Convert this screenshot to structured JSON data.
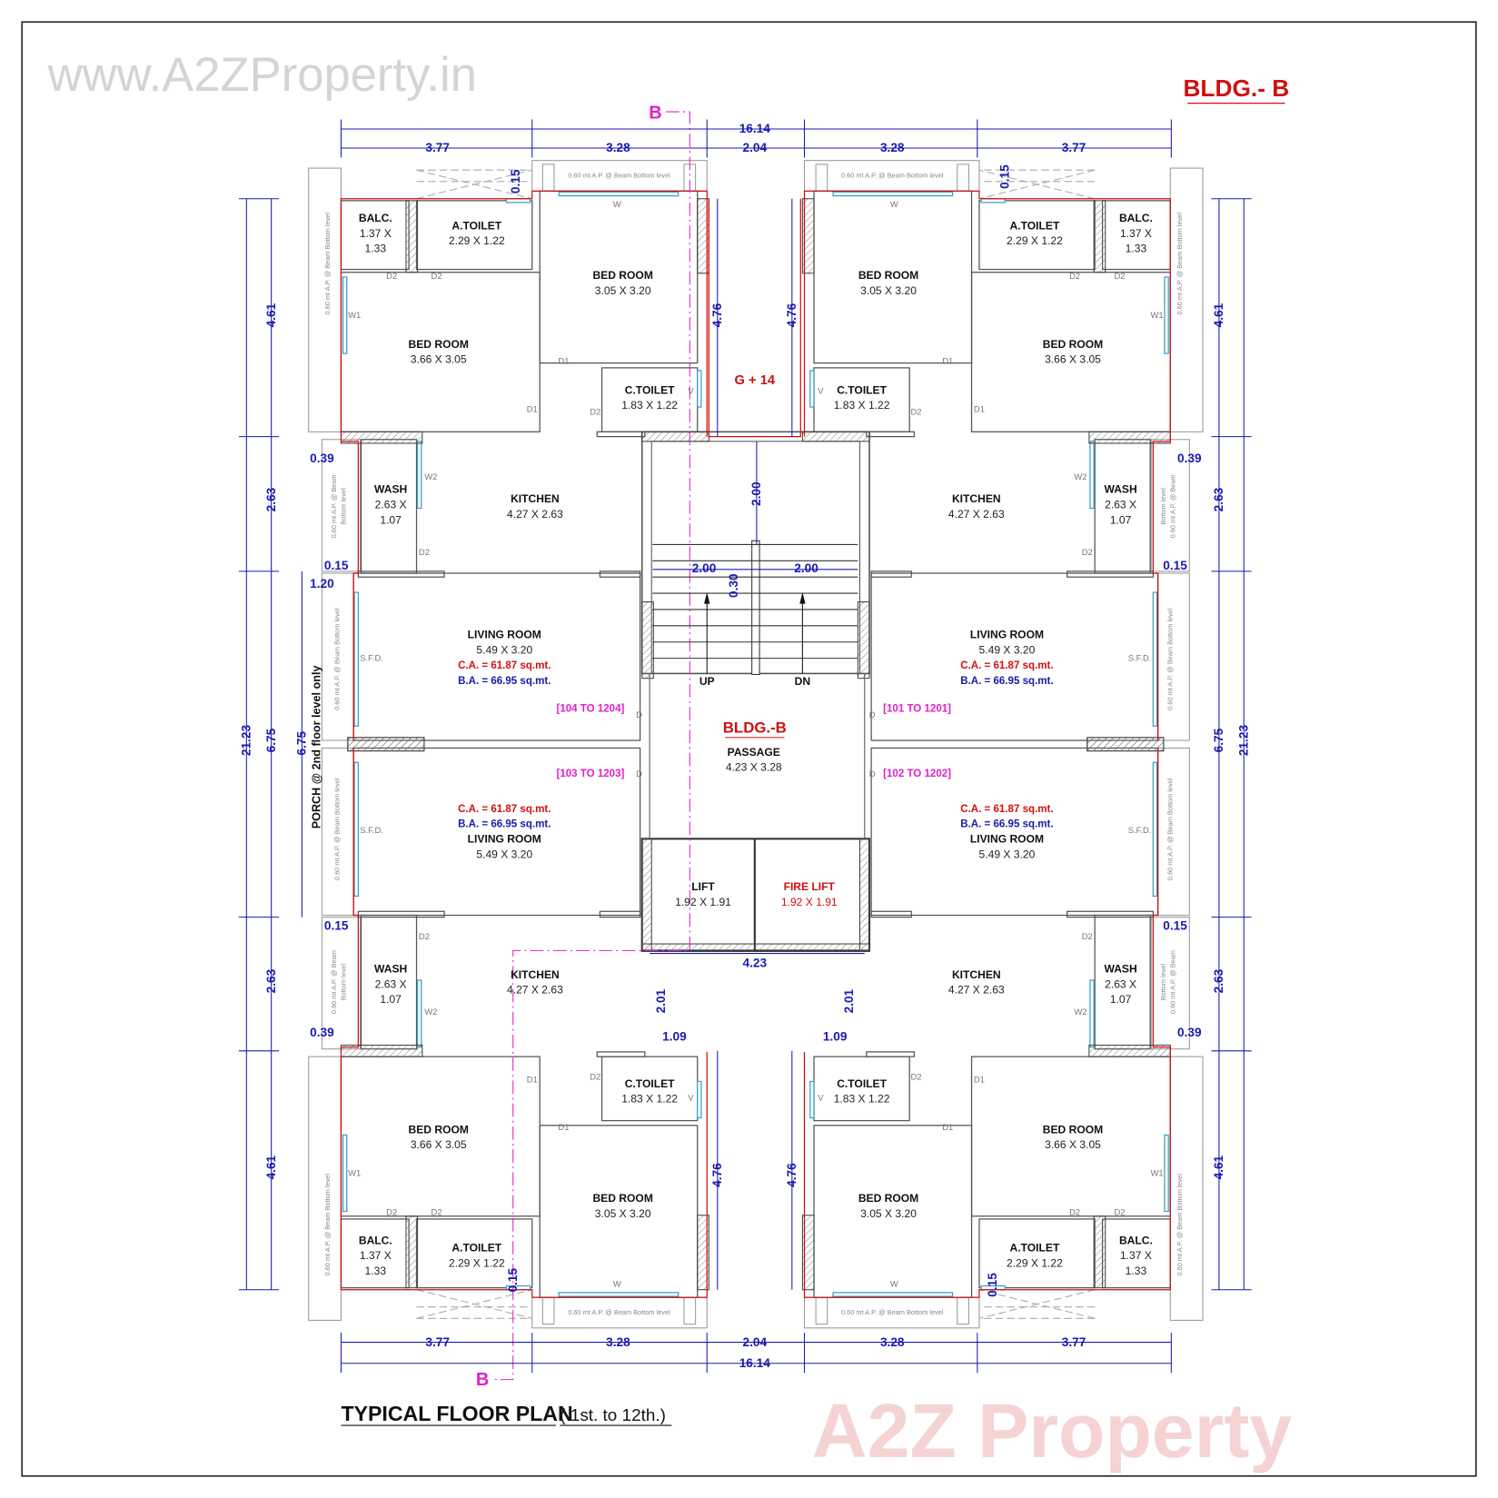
{
  "header": {
    "building_label": "BLDG.- B",
    "section_marker": "B",
    "floors_label": "G + 14"
  },
  "title": {
    "main": "TYPICAL FLOOR PLAN",
    "sub": "( 1st. to 12th.)"
  },
  "watermarks": {
    "logo": "A2Z Property",
    "url": "www.A2ZProperty.in"
  },
  "core": {
    "building": "BLDG.-B",
    "passage": {
      "name": "PASSAGE",
      "size": "4.23 X 3.28"
    },
    "lift": {
      "name": "LIFT",
      "size": "1.92 X 1.91"
    },
    "fire_lift": {
      "name": "FIRE LIFT",
      "size": "1.92 X 1.91"
    },
    "stair_up": "UP",
    "stair_down": "DN"
  },
  "units": [
    {
      "position": "top-left",
      "flats": "[104 TO 1204]"
    },
    {
      "position": "top-right",
      "flats": "[101 TO 1201]"
    },
    {
      "position": "bottom-left",
      "flats": "[103 TO 1203]"
    },
    {
      "position": "bottom-right",
      "flats": "[102 TO 1202]"
    }
  ],
  "rooms": {
    "balcony": {
      "name": "BALC.",
      "size": "1.37 X",
      "size2": "1.33"
    },
    "attached_toilet": {
      "name": "A.TOILET",
      "size": "2.29 X 1.22"
    },
    "bedroom_small": {
      "name": "BED ROOM",
      "size": "3.05 X 3.20"
    },
    "bedroom_large": {
      "name": "BED ROOM",
      "size": "3.66 X 3.05"
    },
    "common_toilet": {
      "name": "C.TOILET",
      "size": "1.83 X 1.22"
    },
    "wash": {
      "name": "WASH",
      "size": "2.63 X",
      "size2": "1.07"
    },
    "kitchen": {
      "name": "KITCHEN",
      "size": "4.27 X 2.63"
    },
    "living": {
      "name": "LIVING ROOM",
      "size": "5.49 X 3.20"
    }
  },
  "areas": {
    "carpet": "C.A. = 61.87 sq.mt.",
    "built": "B.A. = 66.95 sq.mt."
  },
  "dimensions": {
    "overall_width": "16.14",
    "overall_depth": "21.23",
    "width_segments": [
      "3.77",
      "3.28",
      "2.04",
      "3.28",
      "3.77"
    ],
    "depth_segments": [
      "4.61",
      "2.63",
      "6.75",
      "2.63",
      "4.61"
    ],
    "porch_depth": "6.75",
    "porch_width": "1.20",
    "offset_039": "0.39",
    "offset_015": "0.15",
    "bed_depth": "4.76",
    "stair_landing": "2.00",
    "stair_flight": "2.00",
    "tread": "0.30",
    "lobby_width": "4.23",
    "toilet_offset": "2.01",
    "toilet_width": "1.09"
  },
  "annotations": {
    "ap_note": "0.60 mt A.P. @ Beam Bottom level",
    "ap_note_short1": "0.60 mt A.P. @ Beam",
    "ap_note_short2": "Bottom level",
    "porch_note": "PORCH @ 2nd floor level only",
    "door_d1": "D1",
    "door_d2": "D2",
    "door_d": "D",
    "window_w": "W",
    "window_w1": "W1",
    "window_w2": "W2",
    "vent": "V",
    "sliding_door": "S.F.D."
  },
  "colors": {
    "wall": "#555555",
    "outline": "#d01010",
    "dimension": "#1a1ab0",
    "window": "#3aa0c8",
    "section": "#e020c8",
    "title_red": "#d01010"
  }
}
